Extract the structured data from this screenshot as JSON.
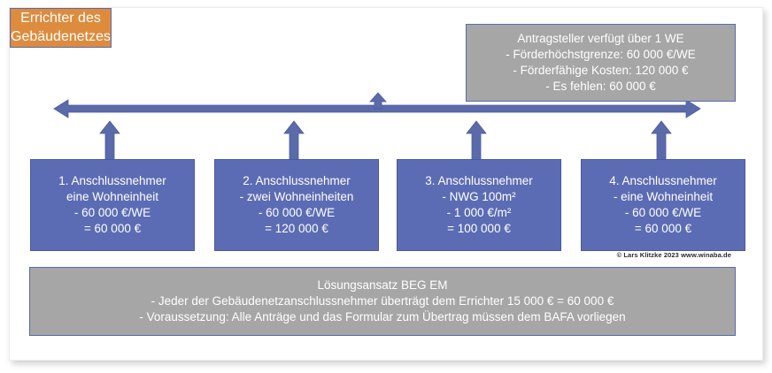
{
  "diagram": {
    "title": "BEG EM Gebäudenetz Anschlussnehmer Diagramm",
    "colors": {
      "orange": "#DD8C3E",
      "blue": "#5C6CB4",
      "grey": "#A6A6A6",
      "arrow": "#5B6BAA",
      "border": "#5B6BAA",
      "card_background": "#FFFFFF"
    },
    "erichter_box": {
      "lines": [
        "Errichter des",
        "Gebäudenetzes"
      ]
    },
    "antragsteller_box": {
      "lines": [
        "Antragsteller verfügt über 1 WE",
        "-    Förderhöchstgrenze: 60 000 €/WE",
        "-    Förderfähige Kosten: 120 000 €",
        "-    Es fehlen: 60 000 €"
      ]
    },
    "anschlussnehmer": [
      {
        "id": "anschlussnehmer-1",
        "lines": [
          "1. Anschlussnehmer",
          "eine Wohneinheit",
          "-    60 000 €/WE",
          "= 60 000 €"
        ]
      },
      {
        "id": "anschlussnehmer-2",
        "lines": [
          "2. Anschlussnehmer",
          "-    zwei Wohneinheiten",
          "-    60 000 €/WE",
          "= 120 000 €"
        ]
      },
      {
        "id": "anschlussnehmer-3",
        "lines": [
          "3. Anschlussnehmer",
          "-    NWG 100m²",
          "-    1 000 €/m²",
          "= 100 000 €"
        ]
      },
      {
        "id": "anschlussnehmer-4",
        "lines": [
          "4. Anschlussnehmer",
          "-    eine Wohneinheit",
          "-    60 000 €/WE",
          "= 60 000 €"
        ]
      }
    ],
    "loesung_box": {
      "lines": [
        "Lösungsansatz BEG EM",
        "-    Jeder der Gebäudenetzanschlussnehmer überträgt dem Errichter 15 000 € = 60 000 €",
        "-    Voraussetzung: Alle Anträge und das Formular zum Übertrag müssen dem BAFA vorliegen"
      ]
    },
    "copyright": "© Lars Klitzke 2023 www.winaba.de",
    "connectors": {
      "horizontal_bus_label": "double-headed-horizontal-arrow",
      "up_to_errichter_label": "up-arrow-to-errichter",
      "up_arrows_label": "up-arrow-from-anschlussnehmer"
    }
  }
}
